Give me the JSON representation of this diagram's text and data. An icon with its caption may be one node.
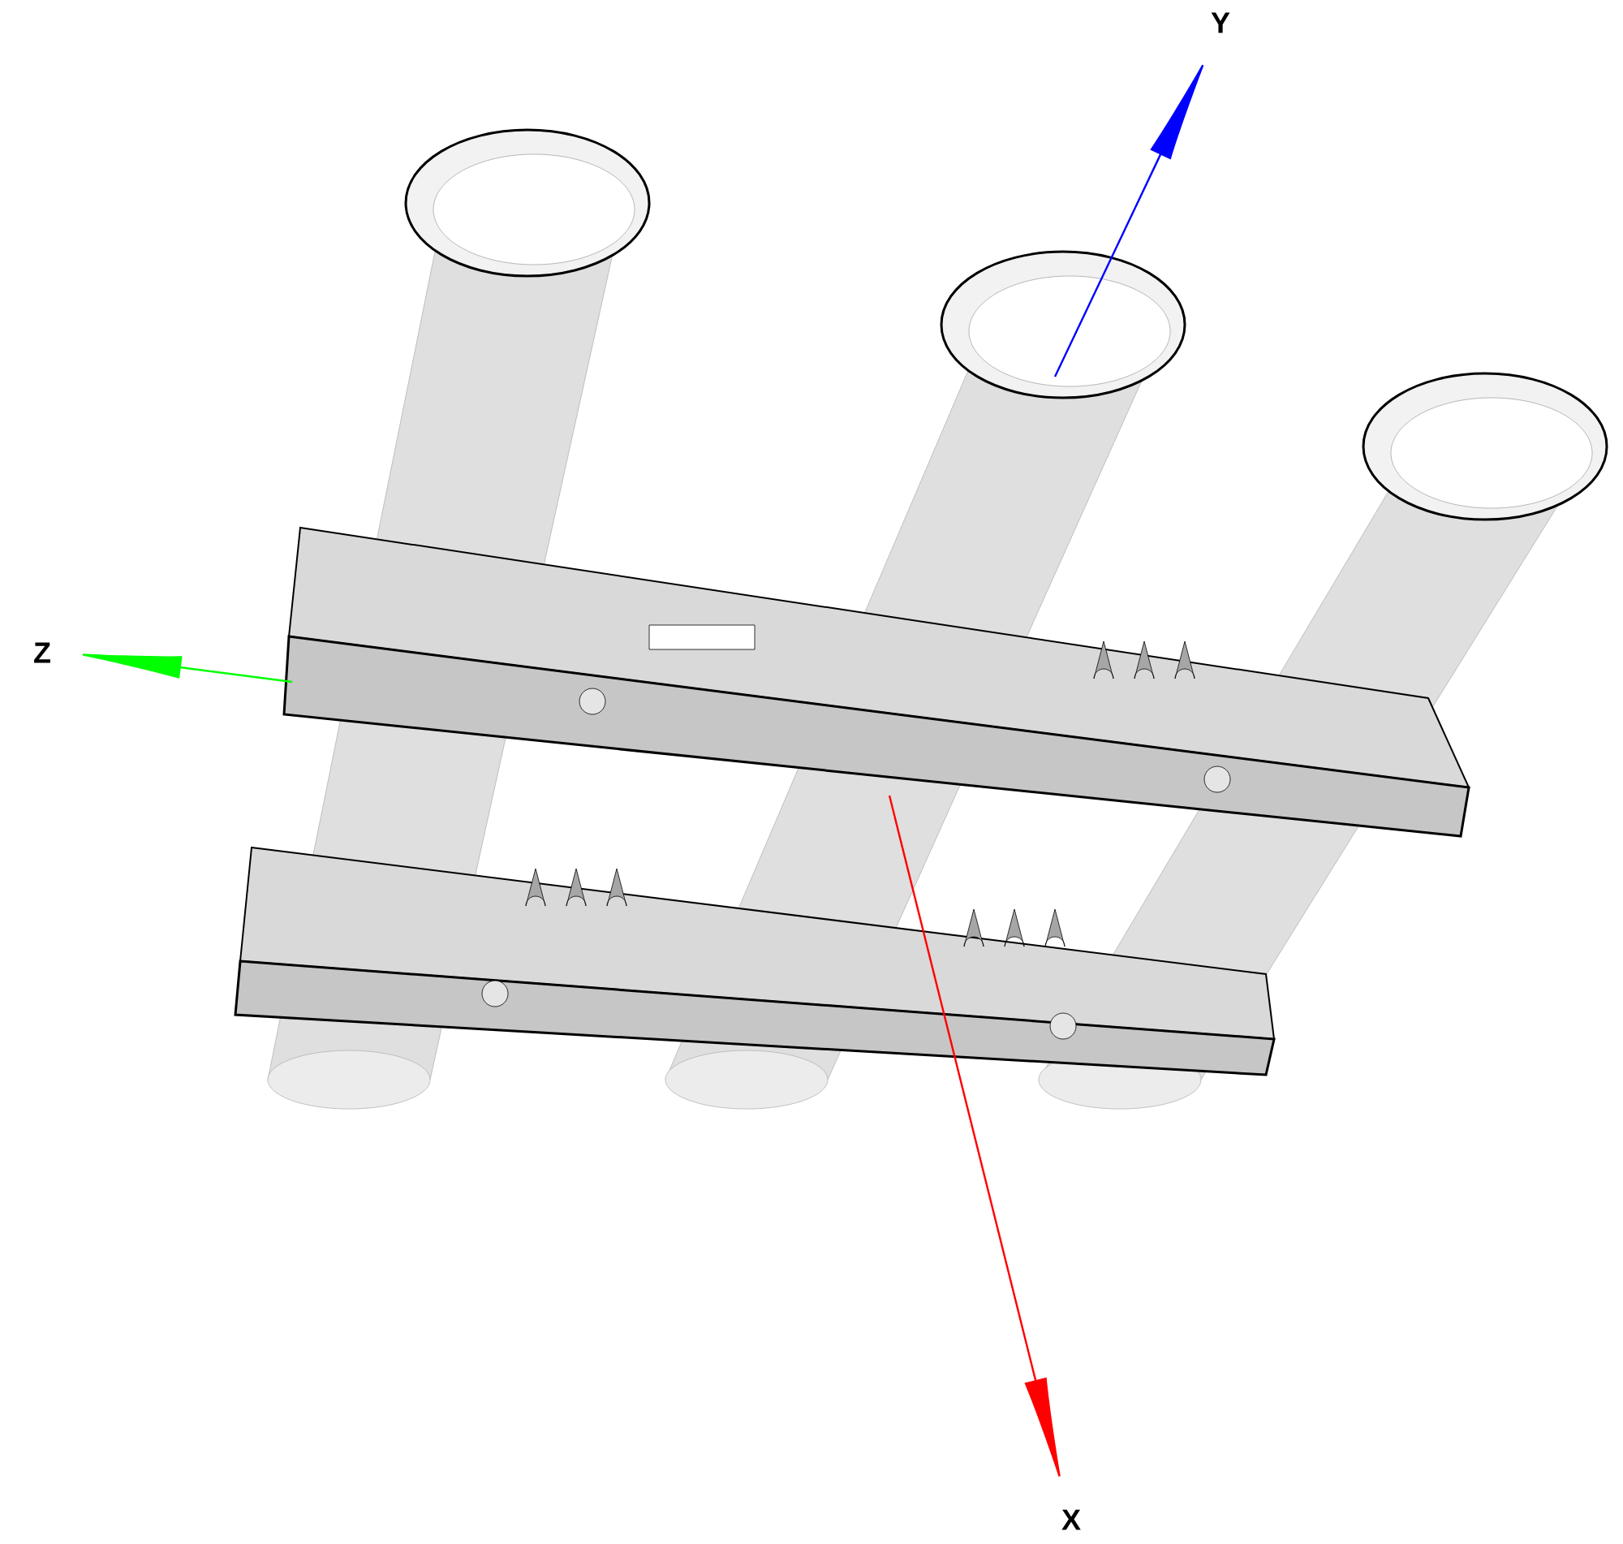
{
  "diagram": {
    "labels": [
      "Y",
      "Z",
      "X"
    ]
  }
}
